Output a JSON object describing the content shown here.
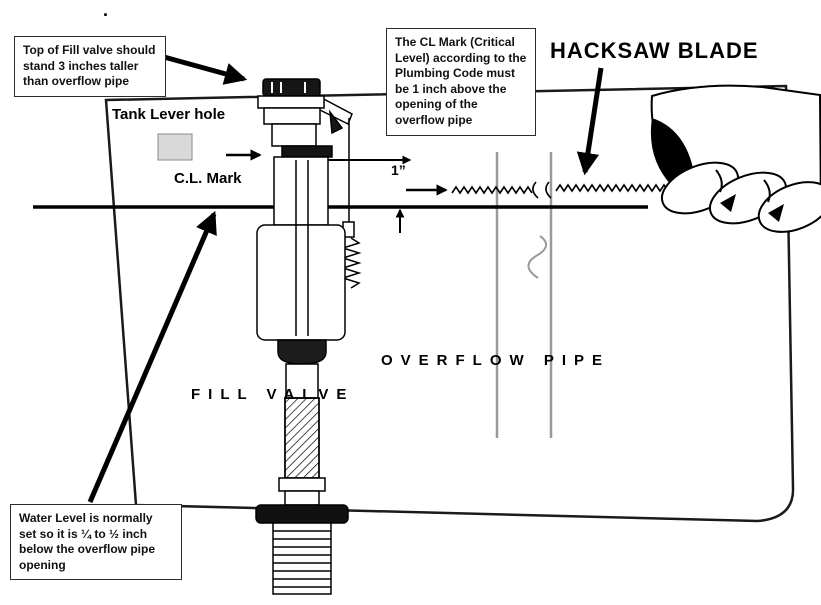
{
  "colors": {
    "background": "#ffffff",
    "line": "#000000",
    "pipe_line": "#9a9a9a",
    "tank_lever_fill": "#d9d9d9"
  },
  "stray_mark": ".",
  "callouts": {
    "fill_valve_height": "Top of Fill valve should stand 3 inches taller than overflow pipe",
    "cl_mark_code": "The CL Mark (Critical Level) according to the Plumbing Code must be 1 inch above the opening of the overflow pipe",
    "water_level": "Water Level is normally set so it is ¼ to ½ inch below the overflow pipe opening"
  },
  "labels": {
    "hacksaw_blade": "HACKSAW BLADE",
    "tank_lever_hole": "Tank Lever hole",
    "cl_mark": "C.L. Mark",
    "one_inch": "1”",
    "overflow_pipe": "OVERFLOW PIPE",
    "fill_valve": "FILL VALVE"
  }
}
